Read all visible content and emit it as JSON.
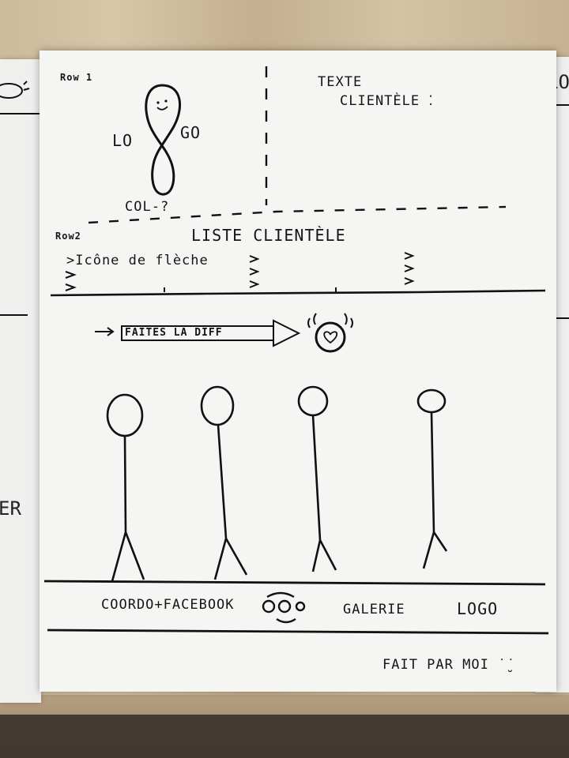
{
  "left_sheet": {
    "partial_letters": "ER"
  },
  "right_sheet": {
    "partial_title": "LO"
  },
  "row1": {
    "row_label": "Row 1",
    "logo": {
      "left": "LO",
      "right": "GO",
      "note": "COL-?"
    },
    "client_text": {
      "line1": "TEXTE",
      "line2": "CLIENTÈLE ⁚"
    }
  },
  "row2": {
    "row_label": "Row2",
    "title": "LISTE CLIENTÈLE",
    "arrow_note": ">Icône de flèche",
    "arrow_icon_names": [
      "chevron-right-icon",
      "chevron-right-icon",
      "chevron-right-icon"
    ]
  },
  "banner": {
    "text": "FAITES LA DIFF"
  },
  "footer": {
    "items": [
      "COORDO+FACEBOOK",
      "GALERIE",
      "LOGO"
    ],
    "carousel_icon": "carousel-dots-icon"
  },
  "signature": "FAIT PAR MOI ˙̮˙"
}
